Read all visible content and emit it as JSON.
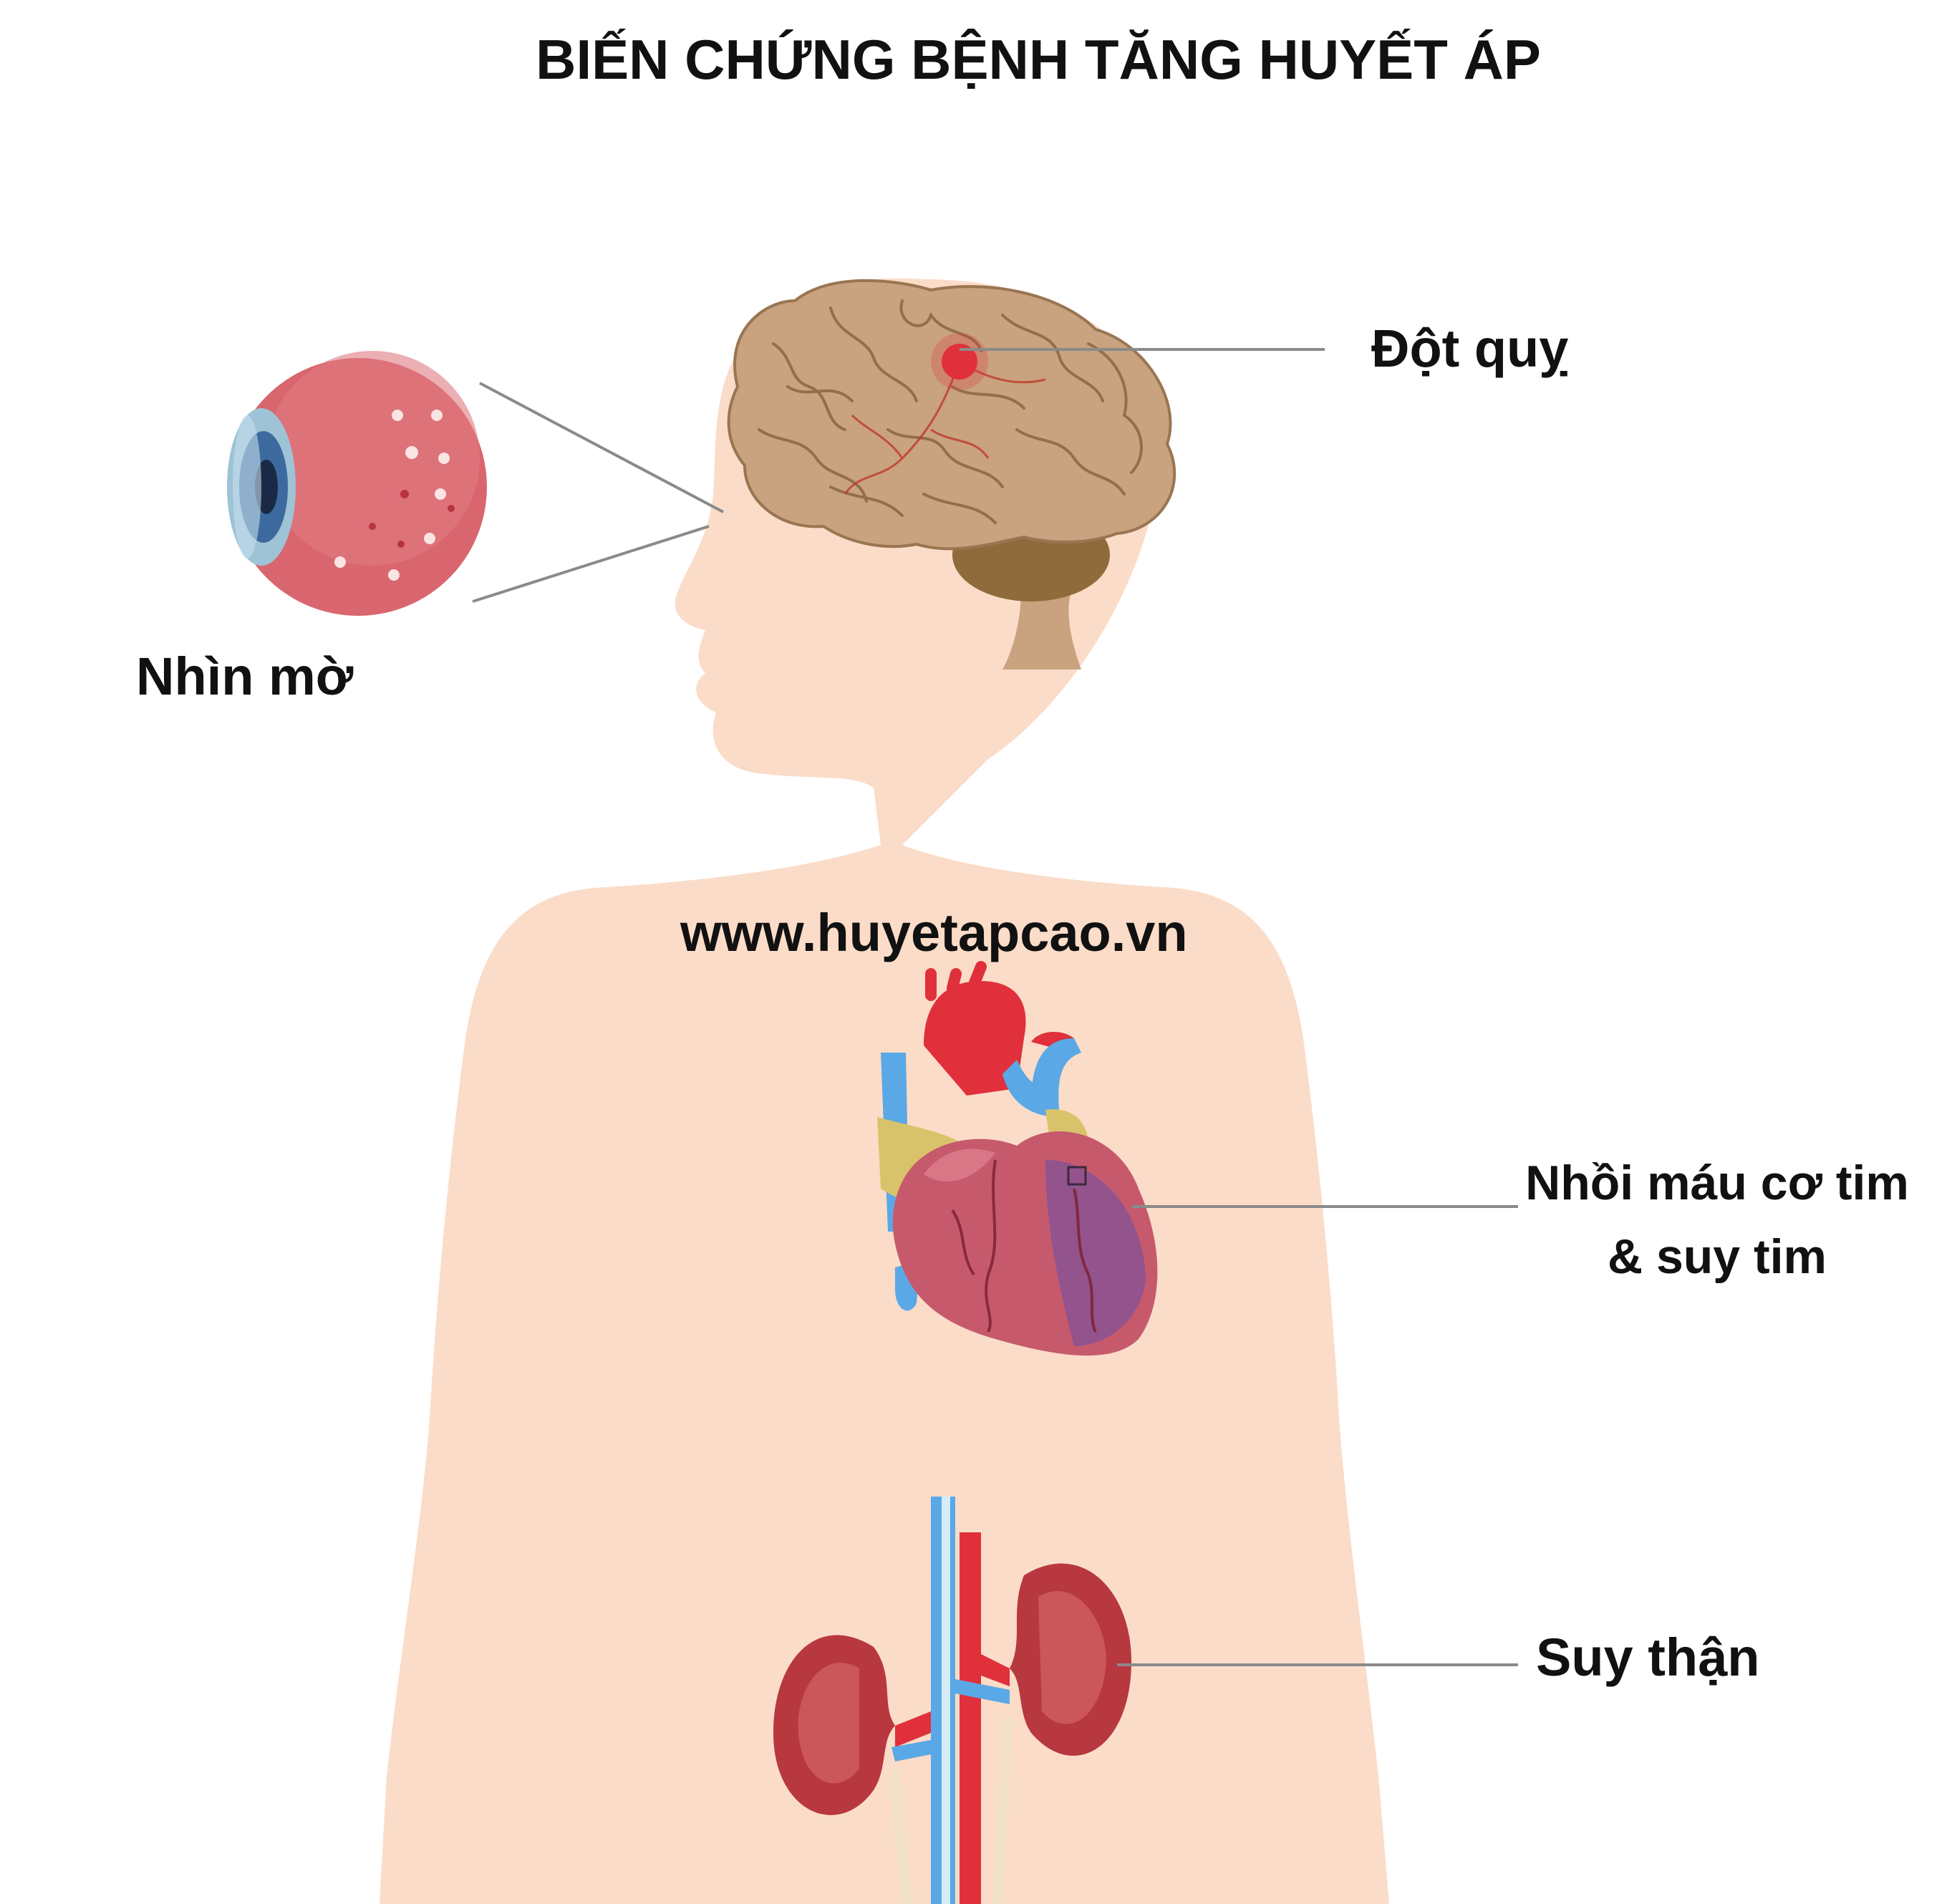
{
  "title": "BIẾN CHỨNG BỆNH TĂNG HUYẾT ÁP",
  "watermark": "www.huyetapcao.vn",
  "labels": {
    "stroke": "Đột quỵ",
    "blurred_vision": "Nhìn mờ",
    "heart_line1": "Nhồi máu cơ tim",
    "heart_line2": "& suy tim",
    "kidney": "Suy thận"
  },
  "colors": {
    "skin": "#fbdcc8",
    "brain": "#c9a27f",
    "eye": "#d9666e",
    "heart": "#c65a6c",
    "kidney": "#b8383f",
    "artery": "#e0303c",
    "vein": "#5aa8e6",
    "leader_line": "#8a8a8a"
  },
  "icons": [
    "brain-icon",
    "eye-icon",
    "heart-icon",
    "kidneys-icon",
    "body-silhouette"
  ]
}
